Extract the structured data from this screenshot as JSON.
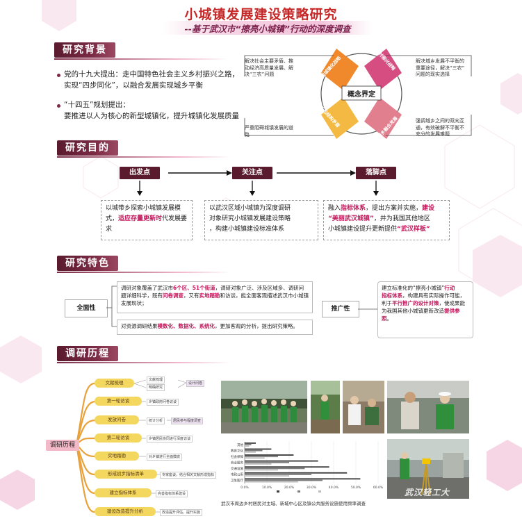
{
  "header": {
    "title": "小城镇发展建设策略研究",
    "subtitle": "--基于武汉市“擦亮小城镇”行动的深度调查"
  },
  "background": {
    "heading": "研究背景",
    "points": [
      {
        "l1": "党的十九大提出：走中国特色社会主义乡村振兴之路，",
        "l2": "实现“四步同化”，以融合发展实现城乡平衡"
      },
      {
        "l1": "“十四五”规划提出：",
        "l2": "要推进以人为核心的新型城镇化，提升城镇化发展质量"
      }
    ]
  },
  "concept": {
    "center": "概念界定",
    "quadrants": [
      "新型城镇化战略",
      "乡村振兴战略",
      "二元结构矛盾",
      "城乡融合发展"
    ],
    "notes": [
      {
        "l1": "解决社会主要矛盾、推",
        "l2": "动经济高质量发展、解",
        "l3": "决“三农”问题"
      },
      {
        "l1": "解决城乡发展不平衡的",
        "l2": "重要途径，解决“三农”",
        "l3": "问题的现实选择"
      },
      {
        "l1": "严重阻碍城镇发展的道",
        "l2": "路",
        "l3": ""
      },
      {
        "l1": "强调城乡之间的双向互",
        "l2": "通，有效破解不平衡不",
        "l3": "充分的发展难题"
      }
    ]
  },
  "purpose": {
    "heading": "研究目的",
    "steps": [
      {
        "tag": "出发点",
        "t1": "以城带乡探索小城镇发",
        "t2": "展模式，",
        "h1": "适应存量更新时",
        "t3": "代",
        "t4": "发展要求"
      },
      {
        "tag": "关注点",
        "t1": "以武汉区域小城镇为深度调研",
        "t2": "对象研究小城镇发展建设策略",
        "t3": "，构建小城镇建设标准体系"
      },
      {
        "tag": "落脚点",
        "p1": "融入",
        "h1": "指标体系",
        "p2": "，提出方案并实施，",
        "h2": "建设",
        "h3": "“美丽武汉城镇”",
        "p3": "，并为我国其他地区",
        "p4": "小城镇建设提升更新提供",
        "h4": "“武汉样板”"
      }
    ]
  },
  "features": {
    "heading": "研究特色",
    "comprehensive": {
      "label": "全面性",
      "box1": {
        "a": "调研对象覆盖了武汉市",
        "b": "6个区、51个街道",
        "c": "，调研对象广泛、涉及区域多、调研",
        "d": "问题详细科学，既有",
        "e": "问卷调查",
        "f": "，又有",
        "g": "实地踏勘",
        "h": "和访谈，能全面客观描述武汉",
        "i": "市小城镇发展现状；"
      },
      "box2": {
        "a": "对资源调研结果",
        "b": "模数化、数据化、系统化",
        "c": "，更加客观的分析，提出研究策略。"
      }
    },
    "promotion": {
      "label": "推广性",
      "box": {
        "a": "建立标准化的“擦亮小城镇”",
        "b": "行动",
        "c": "指标体系",
        "d": "，构建具有实际操作可能",
        "e": "，利于",
        "f": "平行推广的设计对策",
        "g": "，使成",
        "h": "果能为我国其他小城镇更新改造",
        "i": "提供参照",
        "j": "。"
      }
    }
  },
  "process": {
    "heading": "调研历程",
    "root": "调研历程",
    "nodes": [
      {
        "label": "文献梳理",
        "subs": [
          "文献梳理",
          "明确研究"
        ],
        "extra": "设计问卷"
      },
      {
        "label": "第一轮访谈",
        "subs": [
          "乡镇政府问卷访谈"
        ],
        "extra": ""
      },
      {
        "label": "发放问卷",
        "subs": [
          "统计分析"
        ],
        "extra": "居民参与程度调查"
      },
      {
        "label": "第二轮访谈",
        "subs": [
          "乡镇居民协同进行深度访谈"
        ],
        "extra": ""
      },
      {
        "label": "实地踏勘",
        "subs": [
          "对乡镇进行全面摸底"
        ],
        "extra": ""
      },
      {
        "label": "形成初步指标清单",
        "subs": [
          "专家座谈，结合相关文献形成指标"
        ],
        "extra": ""
      },
      {
        "label": "建立指标体系",
        "subs": [
          "完善指标体系建设"
        ],
        "extra": ""
      },
      {
        "label": "建设改造提升分析",
        "subs": [
          "改造提升评估，提升实施"
        ],
        "extra": ""
      }
    ]
  },
  "chart_data": {
    "type": "bar",
    "orientation": "horizontal",
    "categories": [
      "其他",
      "教育文化",
      "社会保障",
      "商业服务",
      "交通设施",
      "市政公用",
      "卫生医疗"
    ],
    "series": [
      {
        "name": "",
        "values": [
          0.05,
          0.12,
          0.22,
          0.33,
          0.38,
          0.46,
          0.52
        ]
      },
      {
        "name": "",
        "values": [
          0.03,
          0.08,
          0.15,
          0.2,
          0.27,
          0.3,
          0.35
        ]
      },
      {
        "name": "",
        "values": [
          0.02,
          0.05,
          0.09,
          0.12,
          0.15,
          0.2,
          0.24
        ]
      }
    ],
    "ticks": [
      "0.0%",
      "10.0%",
      "20.0%",
      "30.0%",
      "40.0%",
      "50.0%",
      "60.0%"
    ],
    "xlim": [
      0,
      0.6
    ],
    "caption": "武汉市周边乡村居民对主城、新城中心区及镇公共服务设施使用频率调查"
  },
  "footer": {
    "watermark": "武汉轻工大"
  },
  "colors": {
    "accent": "#7a2a44",
    "title": "#c62828",
    "highlight": "#c2185b",
    "q1": "#f0892b",
    "q2": "#d64d82",
    "q3": "#f4b942",
    "q4": "#e27f8e"
  }
}
